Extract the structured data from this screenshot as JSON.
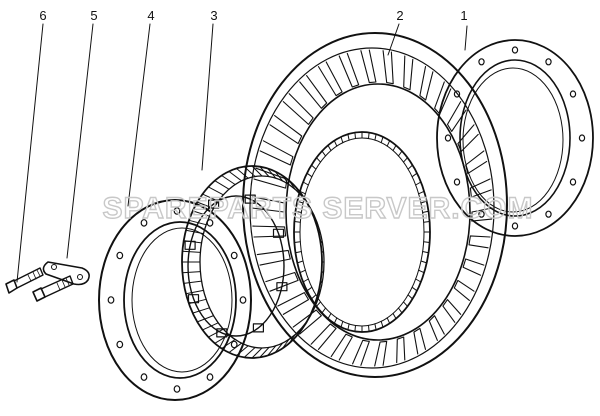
{
  "callouts": [
    {
      "id": "1",
      "label": "1"
    },
    {
      "id": "2",
      "label": "2"
    },
    {
      "id": "3",
      "label": "3"
    },
    {
      "id": "4",
      "label": "4"
    },
    {
      "id": "5",
      "label": "5"
    },
    {
      "id": "6",
      "label": "6"
    }
  ],
  "watermark": "SPAREPARTS SERVER.COM",
  "colors": {
    "ink": "#111111",
    "watermark": "#c8c8c8",
    "background": "#ffffff"
  }
}
